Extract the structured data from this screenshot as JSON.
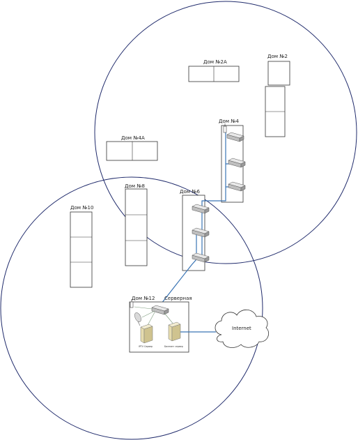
{
  "houses": {
    "h2a": "Дом №2А",
    "h2": "Дом №2",
    "h4a": "Дом №4А",
    "h4": "Дом №4",
    "h8": "Дом №8",
    "h6": "Дом №6",
    "h10": "Дом №10",
    "h12": "Дом №12"
  },
  "server_room": {
    "label": "Серверная",
    "server_left": "IPTV Сервер",
    "server_right": "Биллинг сервер"
  },
  "internet": "Internet",
  "colors": {
    "circle": "#1f2a6b",
    "link": "#3a74b4"
  }
}
